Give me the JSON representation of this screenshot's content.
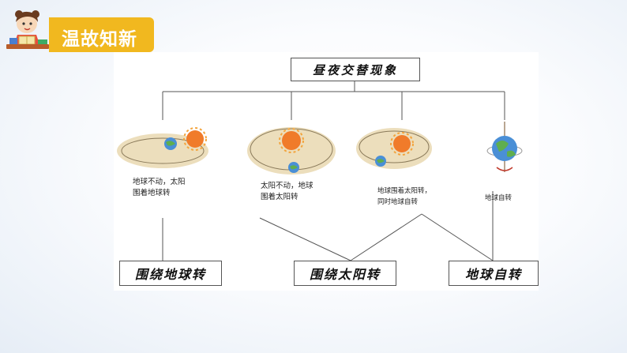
{
  "header": {
    "title": "温故知新",
    "icon": "student-reading-icon"
  },
  "diagram": {
    "top_label": "昼夜交替现象",
    "scenes": [
      {
        "caption_line1": "地球不动，太阳",
        "caption_line2": "围着地球转",
        "icon": "sun-orbits-earth-icon"
      },
      {
        "caption_line1": "太阳不动，地球",
        "caption_line2": "围着太阳转",
        "icon": "earth-orbits-sun-icon"
      },
      {
        "caption_line1": "地球围着太阳转，",
        "caption_line2": "同时地球自转",
        "icon": "earth-orbits-and-rotates-icon"
      },
      {
        "caption_line1": "地球自转",
        "caption_line2": "",
        "icon": "earth-rotation-icon"
      }
    ],
    "bottom_labels": [
      "围绕地球转",
      "围绕太阳转",
      "地球自转"
    ]
  },
  "colors": {
    "accent": "#f1b81f",
    "sun": "#f07b2a",
    "earth_blue": "#4a8fd6",
    "earth_green": "#5fae4e",
    "orbit_tan": "#dcc596"
  }
}
